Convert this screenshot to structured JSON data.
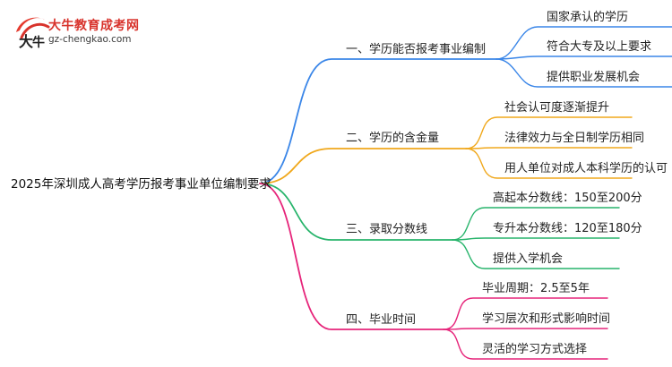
{
  "logo": {
    "title": "大牛教育成考网",
    "url": "gz-chengkao.com"
  },
  "mindmap": {
    "root": "2025年深圳成人高考学历报考事业单位编制要求",
    "branches": [
      {
        "label": "一、学历能否报考事业编制",
        "color": "#3a86e8",
        "children": [
          "国家承认的学历",
          "符合大专及以上要求",
          "提供职业发展机会"
        ]
      },
      {
        "label": "二、学历的含金量",
        "color": "#f0a81c",
        "children": [
          "社会认可度逐渐提升",
          "法律效力与全日制学历相同",
          "用人单位对成人本科学历的认可"
        ]
      },
      {
        "label": "三、录取分数线",
        "color": "#27b46b",
        "children": [
          "高起本分数线：150至200分",
          "专升本分数线：120至180分",
          "提供入学机会"
        ]
      },
      {
        "label": "四、毕业时间",
        "color": "#e6247a",
        "children": [
          "毕业周期：2.5至5年",
          "学习层次和形式影响时间",
          "灵活的学习方式选择"
        ]
      }
    ]
  }
}
